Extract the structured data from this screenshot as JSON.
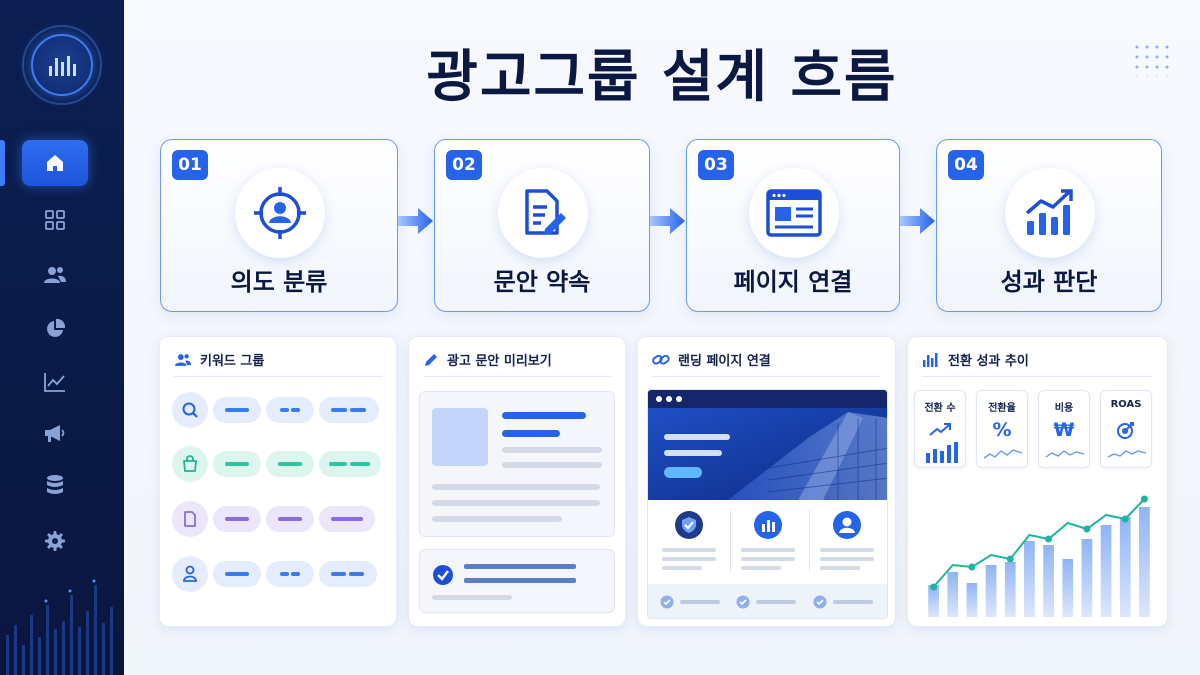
{
  "page": {
    "title": "광고그룹 설계 흐름"
  },
  "colors": {
    "sidebar": "#0b1f52",
    "accent": "#2563eb",
    "teal": "#2fc4a6",
    "purple": "#8b6ae8"
  },
  "sidebar": {
    "logo_icon": "bar-chart-icon",
    "items": [
      {
        "icon": "home-icon",
        "active": true
      },
      {
        "icon": "grid-icon",
        "active": false
      },
      {
        "icon": "users-icon",
        "active": false
      },
      {
        "icon": "pie-chart-icon",
        "active": false
      },
      {
        "icon": "line-chart-icon",
        "active": false
      },
      {
        "icon": "megaphone-icon",
        "active": false
      },
      {
        "icon": "database-icon",
        "active": false
      },
      {
        "icon": "gear-icon",
        "active": false
      }
    ]
  },
  "steps": [
    {
      "number": "01",
      "label": "의도 분류",
      "icon": "target-user-icon"
    },
    {
      "number": "02",
      "label": "문안 약속",
      "icon": "document-edit-icon"
    },
    {
      "number": "03",
      "label": "페이지 연결",
      "icon": "browser-window-icon"
    },
    {
      "number": "04",
      "label": "성과 판단",
      "icon": "growth-chart-icon"
    }
  ],
  "panels": {
    "keywords": {
      "title": "키워드 그룹",
      "icon": "users-icon"
    },
    "ad_preview": {
      "title": "광고 문안 미리보기",
      "icon": "pencil-icon"
    },
    "landing": {
      "title": "랜딩 페이지 연결",
      "icon": "link-icon"
    },
    "trend": {
      "title": "전환 성과 추이",
      "icon": "bar-chart-icon",
      "metrics": [
        {
          "label": "전환 수",
          "icon": "trend-up-icon"
        },
        {
          "label": "전환율",
          "symbol": "%"
        },
        {
          "label": "비용",
          "symbol": "₩"
        },
        {
          "label": "ROAS",
          "icon": "target-icon"
        }
      ]
    }
  }
}
